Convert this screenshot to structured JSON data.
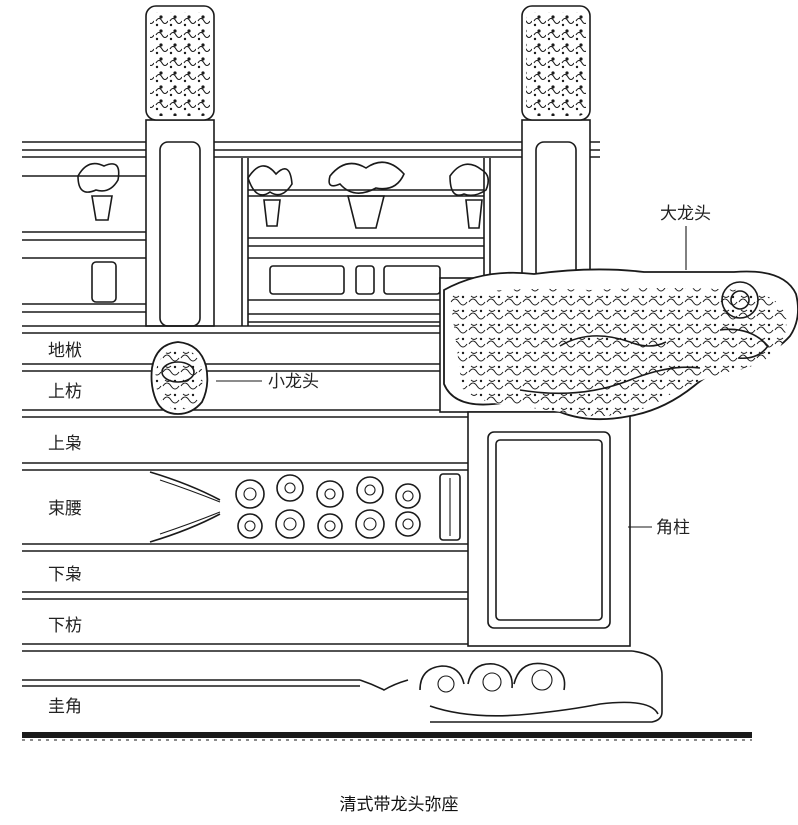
{
  "figure": {
    "caption": "清式带龙头弥座",
    "tier_labels": {
      "difu": "地栿",
      "shangfang": "上枋",
      "shangxiao": "上枭",
      "shuyao": "束腰",
      "xiaxiao": "下枭",
      "xiafang": "下枋",
      "guijiao": "圭角"
    },
    "callouts": {
      "big_dragon_head": "大龙头",
      "small_dragon_head": "小龙头",
      "corner_post": "角柱"
    }
  }
}
